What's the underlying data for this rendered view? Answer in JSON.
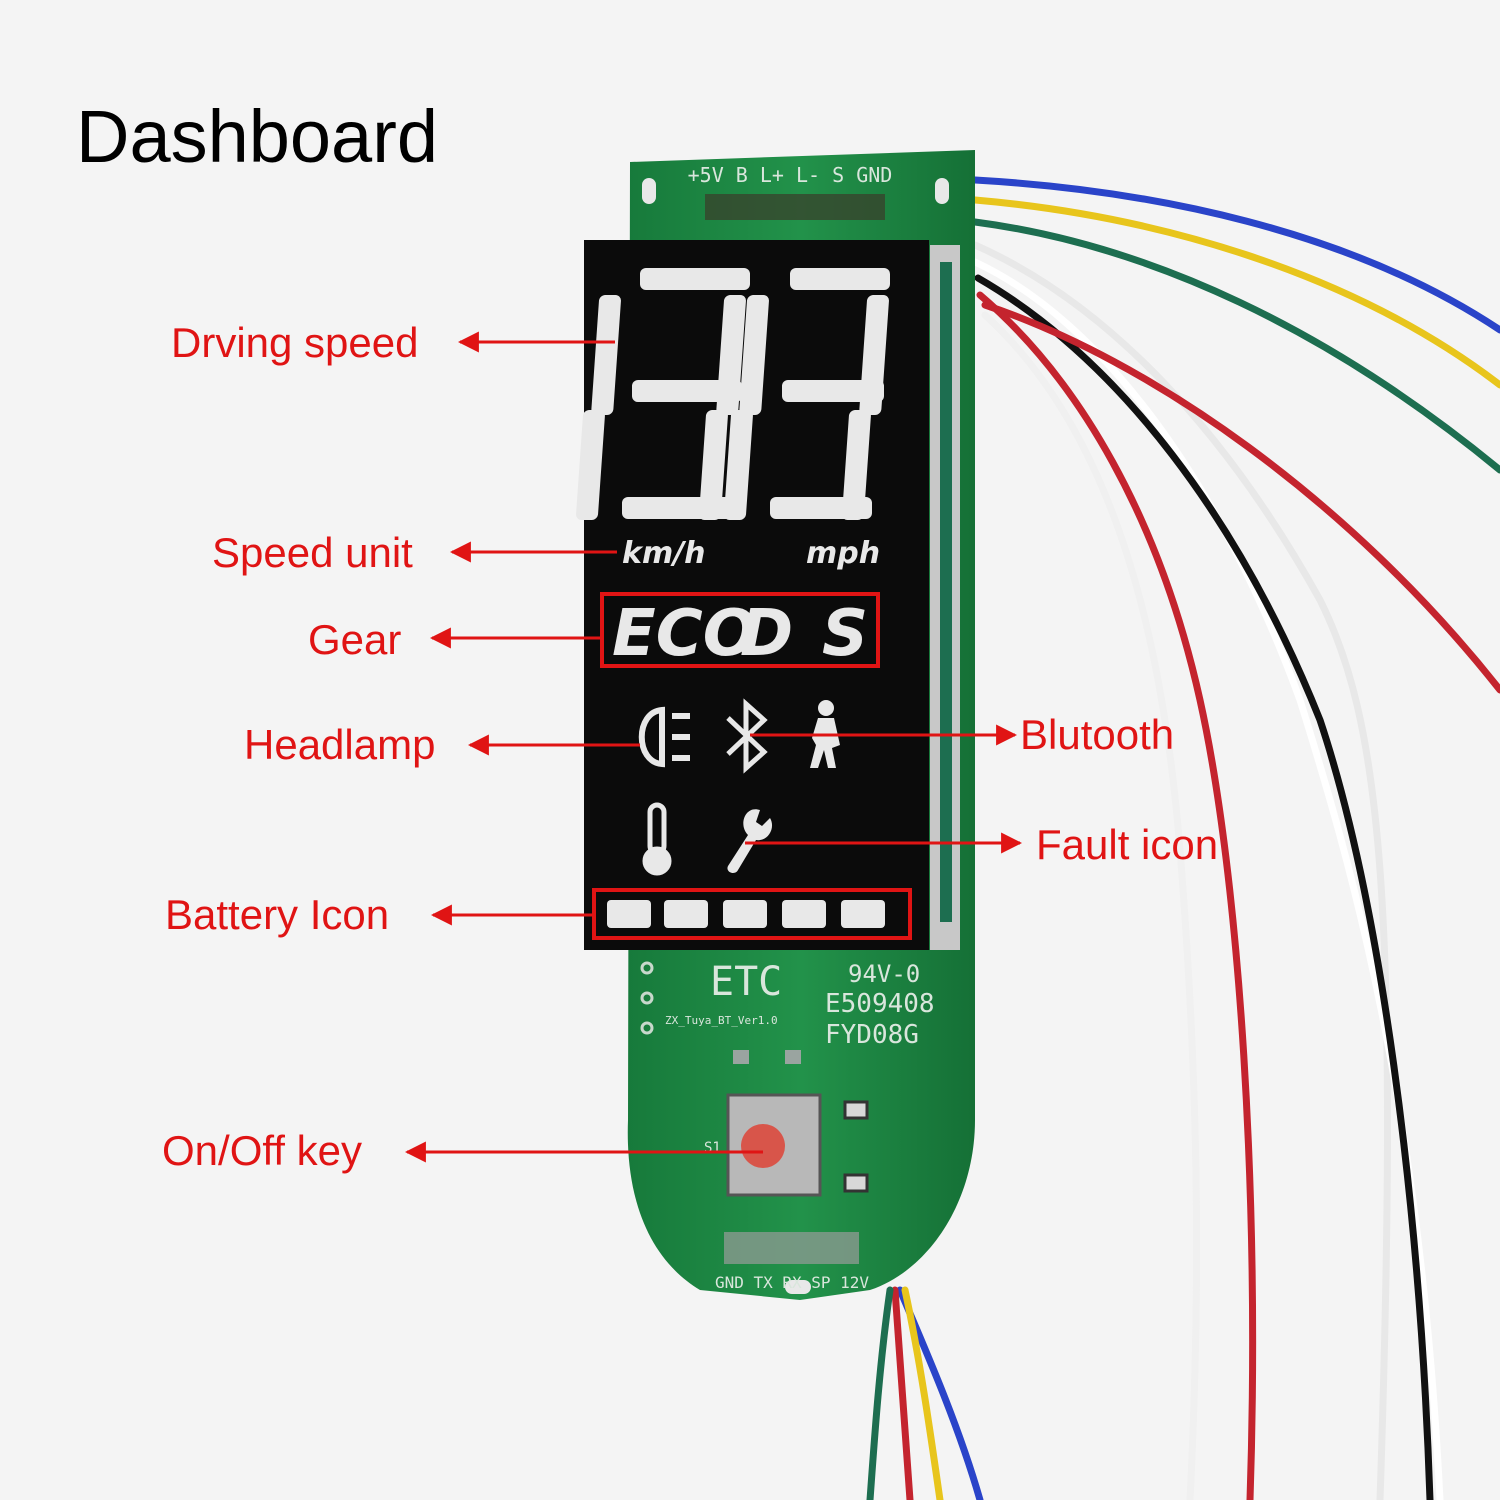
{
  "title": "Dashboard",
  "callouts": {
    "driving_speed": "Drving speed",
    "speed_unit": "Speed unit",
    "gear": "Gear",
    "headlamp": "Headlamp",
    "bluetooth": "Blutooth",
    "fault_icon": "Fault icon",
    "battery_icon": "Battery Icon",
    "onoff_key": "On/Off key"
  },
  "display": {
    "speed_digits": "88",
    "unit_kmh": "km/h",
    "unit_mph": "mph",
    "gear_eco": "ECO",
    "gear_d": "D",
    "gear_s": "S",
    "battery_segments": 5
  },
  "pcb": {
    "top_pins": "+5V B L+ L- S GND",
    "etc": "ETC",
    "rating": "94V-0",
    "code1": "E509408",
    "code2": "FYD08G",
    "version": "ZX_Tuya_BT_Ver1.0",
    "switch_label": "S1",
    "bottom_pins": "GND TX RX SP 12V"
  },
  "colors": {
    "annotation_red": "#e01414",
    "pcb_green": "#1f8a45",
    "lcd_black": "#0b0b0b",
    "segment_white": "#e8e8e8",
    "button_red": "#d8554a"
  }
}
